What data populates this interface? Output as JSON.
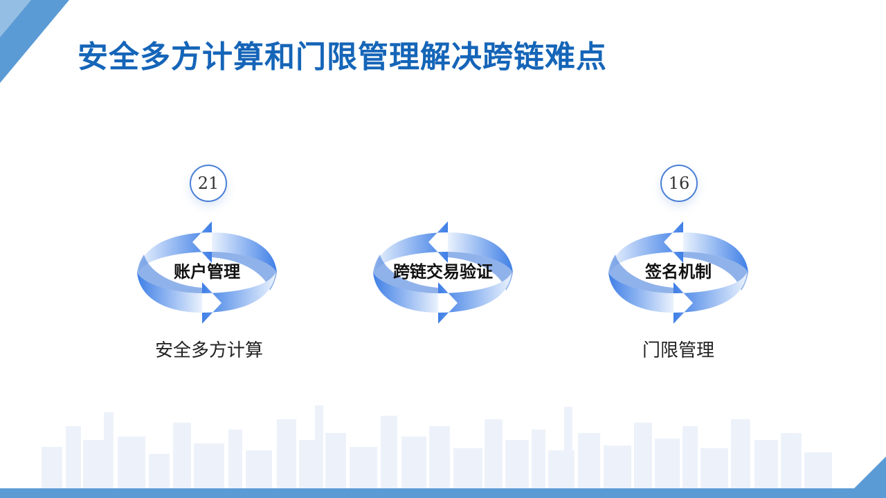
{
  "title": "安全多方计算和门限管理解决跨链难点",
  "items": [
    {
      "label": "账户管理",
      "number": "21",
      "caption": "安全多方计算"
    },
    {
      "label": "跨链交易验证",
      "number": "",
      "caption": ""
    },
    {
      "label": "签名机制",
      "number": "16",
      "caption": "门限管理"
    }
  ],
  "colors": {
    "title": "#1565b8",
    "accent": "#5b9bd5",
    "arrow_dark": "#3f7fe6",
    "arrow_light": "#eaf2fd"
  }
}
